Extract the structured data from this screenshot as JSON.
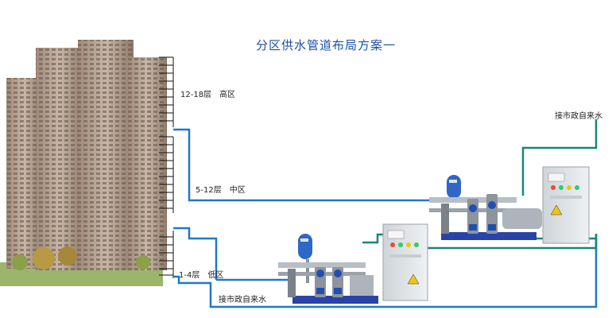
{
  "title": "分区供水管道布局方案一",
  "zones": [
    {
      "floors": "12-18层",
      "name": "高区"
    },
    {
      "floors": "5-12层",
      "name": "中区"
    },
    {
      "floors": "1-4层",
      "name": "低区"
    }
  ],
  "supply_labels": {
    "upper": "接市政自来水",
    "lower": "接市政自来水"
  },
  "colors": {
    "pipe_blue": "#1f78c8",
    "pipe_teal": "#16867a",
    "title": "#1d4fa8"
  },
  "icons": [
    "building-illustration",
    "pump-station",
    "control-cabinet",
    "pressure-tank"
  ]
}
